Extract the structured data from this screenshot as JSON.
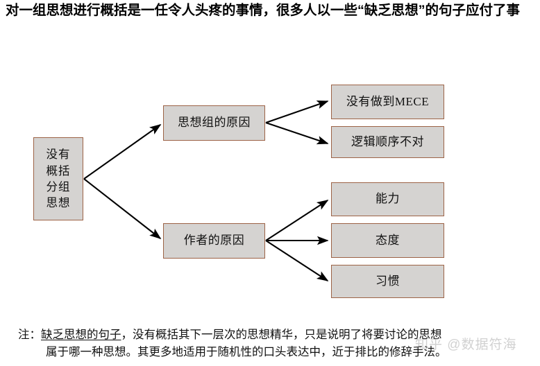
{
  "slide": {
    "title": "对一组思想进行概括是一任令人头疼的事情，很多人以一些“缺乏思想”的句子应付了事",
    "background_color": "#ffffff"
  },
  "diagram": {
    "type": "tree",
    "node_fill_color": "#d5d3d1",
    "node_border_color": "#9c6245",
    "connector_color": "#000000",
    "root": {
      "id": "root",
      "label": "没有概括分组思想",
      "lines": [
        "没有",
        "概括",
        "分组",
        "思想"
      ]
    },
    "branches": [
      {
        "id": "mid-1",
        "label": "思想组的原因",
        "children": [
          {
            "id": "leaf-a",
            "label": "没有做到MECE"
          },
          {
            "id": "leaf-b",
            "label": "逻辑顺序不对"
          }
        ]
      },
      {
        "id": "mid-2",
        "label": "作者的原因",
        "children": [
          {
            "id": "leaf-c",
            "label": "能力"
          },
          {
            "id": "leaf-d",
            "label": "态度"
          },
          {
            "id": "leaf-e",
            "label": "习惯"
          }
        ]
      }
    ]
  },
  "note": {
    "prefix": "注：",
    "emphasis": "缺乏思想的句子",
    "line1_rest": "，没有概括其下一层次的思想精华，只是说明了将要讨论的思想",
    "line2": "属于哪一种思想。其更多地适用于随机性的口头表达中，近于排比的修辞手法。"
  },
  "watermark": {
    "text": "知乎 @数据符海"
  }
}
